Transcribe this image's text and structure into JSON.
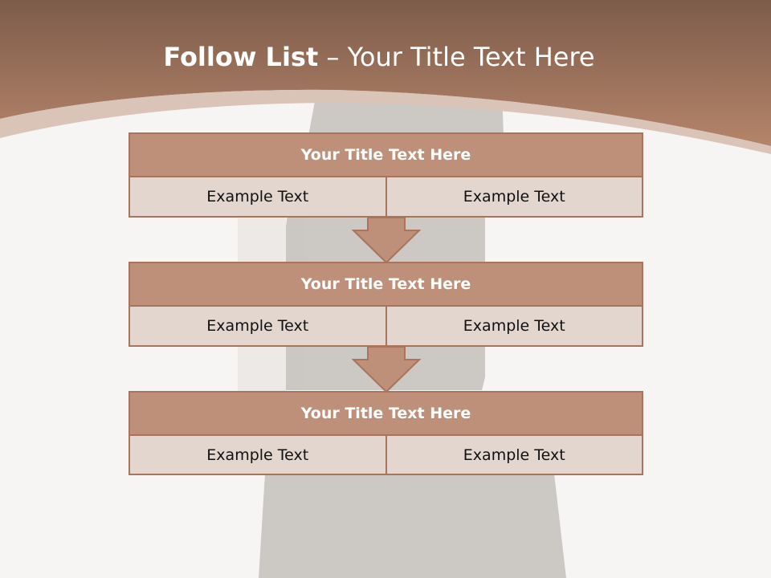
{
  "slide": {
    "title_bold": "Follow List",
    "title_rest": " – Your Title Text Here"
  },
  "blocks": [
    {
      "title": "Your Title Text Here",
      "left": "Example Text",
      "right": "Example Text"
    },
    {
      "title": "Your Title Text Here",
      "left": "Example Text",
      "right": "Example Text"
    },
    {
      "title": "Your Title Text Here",
      "left": "Example Text",
      "right": "Example Text"
    }
  ],
  "colors": {
    "header_brown": "#a67a62",
    "cell_fill": "#e3d6cf",
    "title_fill": "#bf9079",
    "border": "#a9735c"
  }
}
